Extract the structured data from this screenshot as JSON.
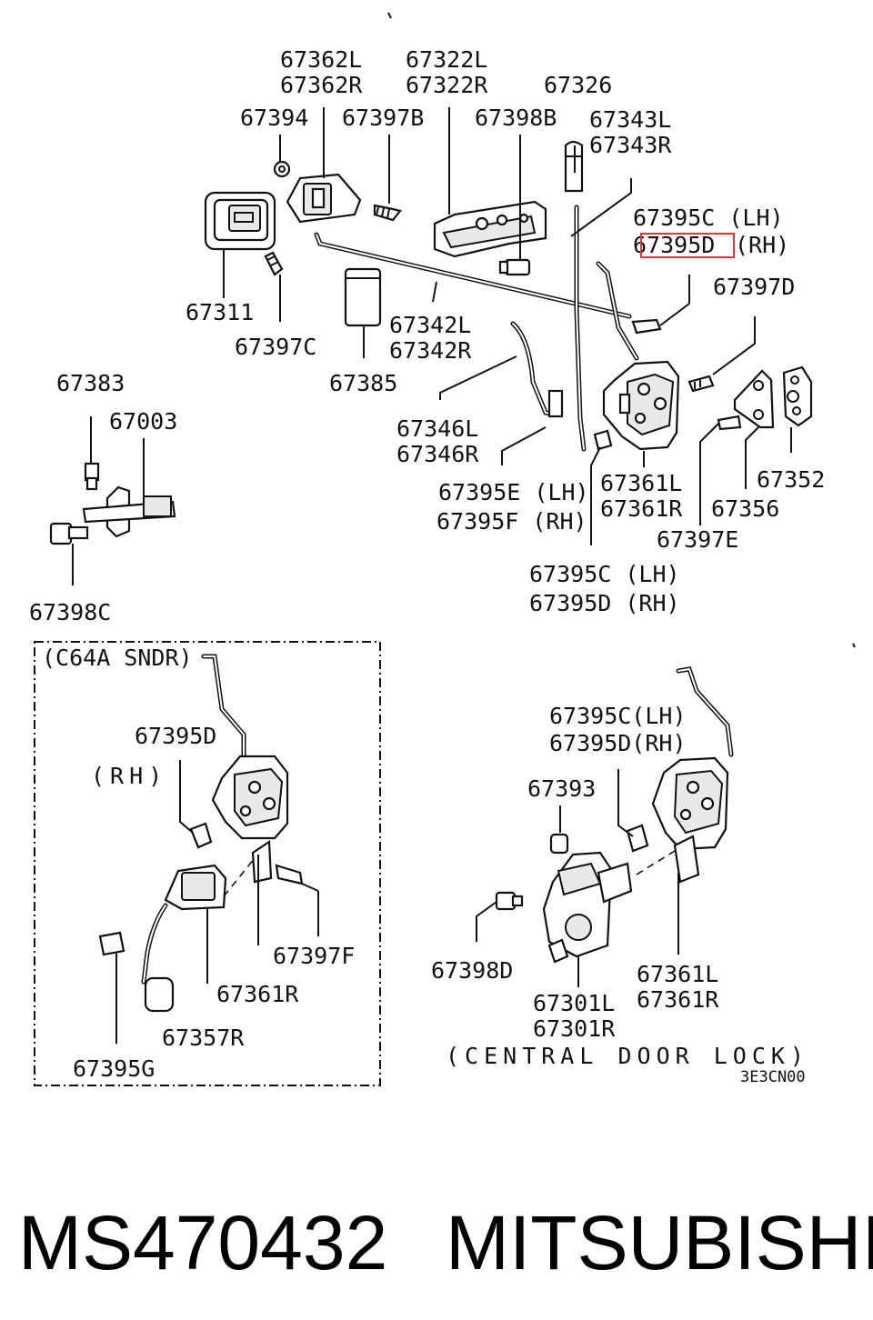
{
  "labels": {
    "l67362L": "67362L",
    "l67362R": "67362R",
    "l67322L": "67322L",
    "l67322R": "67322R",
    "l67326": "67326",
    "l67394": "67394",
    "l67397B": "67397B",
    "l67398B": "67398B",
    "l67343L": "67343L",
    "l67343R": "67343R",
    "l67395C_top": "67395C (LH)",
    "l67395D_top": "67395D",
    "l67395D_top_suffix": "(RH)",
    "l67397D": "67397D",
    "l67311": "67311",
    "l67397C": "67397C",
    "l67342L": "67342L",
    "l67342R": "67342R",
    "l67385": "67385",
    "l67383": "67383",
    "l67003": "67003",
    "l67346L": "67346L",
    "l67346R": "67346R",
    "l67395E": "67395E (LH)",
    "l67395F": "67395F (RH)",
    "l67361L_top": "67361L",
    "l67361R_top": "67361R",
    "l67352": "67352",
    "l67356": "67356",
    "l67397E": "67397E",
    "l67398C": "67398C",
    "l67395C_mid": "67395C (LH)",
    "l67395D_mid": "67395D (RH)",
    "inset_title": "(C64A  SNDR)",
    "l67395D_inset": "67395D",
    "l_rh_inset": "(RH)",
    "l67397F": "67397F",
    "l67361R_inset": "67361R",
    "l67357R": "67357R",
    "l67395G": "67395G",
    "l67395C_cdl": "67395C(LH)",
    "l67395D_cdl": "67395D(RH)",
    "l67393": "67393",
    "l67398D": "67398D",
    "l67361L_cdl": "67361L",
    "l67361R_cdl": "67361R",
    "l67301L": "67301L",
    "l67301R": "67301R",
    "central_door_lock": "(CENTRAL DOOR LOCK)",
    "drawing_code": "3E3CN00"
  },
  "footer": {
    "part_number": "MS470432",
    "brand": "MITSUBISHI"
  },
  "highlight": {
    "part": "67395D",
    "color": "#e0353b"
  }
}
